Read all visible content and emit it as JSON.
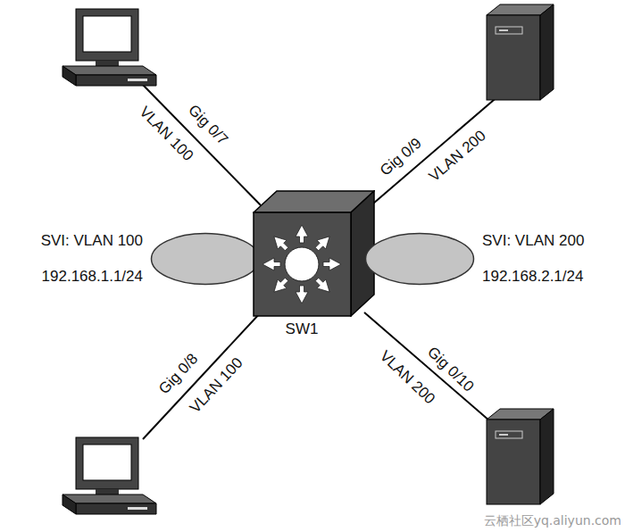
{
  "diagram": {
    "nodes": [
      {
        "text": [
          "SVI: VLAN 100",
          "192.168.1.1/24"
        ]
      },
      {
        "text": [
          "SW1"
        ]
      },
      {
        "text": [
          "SVI: VLAN 200",
          "192.168.2.1/24"
        ]
      }
    ],
    "labels": [
      "Gig 0/7",
      "VLAN 100",
      "Gig 0/9",
      "VLAN 200",
      "Gig 0/8",
      "VLAN 100",
      "Gig 0/10",
      "VLAN 200",
      "云栖社区yq.aliyun.com"
    ]
  }
}
